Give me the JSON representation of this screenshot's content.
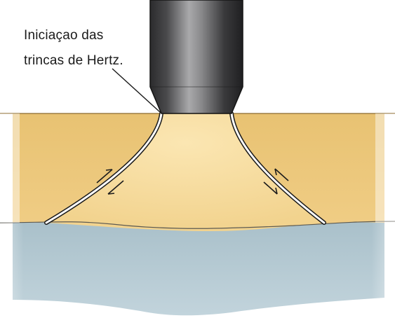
{
  "annotation": {
    "lines": [
      "Iniciaçao das",
      "trincas de Hertz."
    ]
  },
  "colors": {
    "specimen_fill": "#f2cf86",
    "specimen_core": "#f8e0a6",
    "substrate_fill": "#b9cdd6",
    "indenter_dark": "#2e2e30",
    "indenter_light": "#9a9a9c",
    "crack_line": "#1b1b1b",
    "crack_gap": "#ffffff"
  },
  "icons": {
    "indenter": "cylindrical-indenter",
    "shear_arrows": "half-arrow-pair"
  }
}
